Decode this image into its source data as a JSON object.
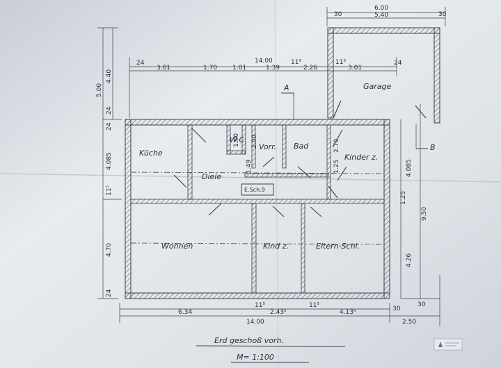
{
  "rooms": {
    "kitchen": "Küche",
    "hall": "Diele",
    "wc": "W.C.",
    "vestibule": "Vorr.",
    "bath": "Bad",
    "child_room": "Kinder z.",
    "living": "Wohnen",
    "child_room_2": "Kind z.",
    "parents": "Eltern-Schl.",
    "garage": "Garage",
    "floor_tag": "E.Sch.9"
  },
  "section_marks": {
    "a": "A",
    "b": "B"
  },
  "title": "Erd geschoß vorh.",
  "scale": "M= 1:100",
  "dims_top": [
    "24",
    "3.01",
    "1.70",
    "1.01",
    "1.39",
    "2.26",
    "3.01",
    "24"
  ],
  "dims_top_small": [
    "11⁵",
    "11⁵"
  ],
  "dim_overall_top": "14.00",
  "dims_garage": [
    "30",
    "6.00",
    "5.40",
    "30"
  ],
  "dims_left": [
    "5.00",
    "4.40",
    "4.085",
    "4.70",
    "24",
    "24",
    "11⁵",
    "24"
  ],
  "dims_right": [
    "4.085",
    "9.50",
    "4.26",
    "1.25",
    "1.25",
    "30"
  ],
  "dims_bottom": [
    "6.34",
    "11⁵",
    "2.43⁵",
    "11⁵",
    "4.13⁵",
    "14.00",
    "2.50",
    "30"
  ],
  "dims_inner": [
    "1.00",
    "2.00",
    "2.70",
    "1.49"
  ]
}
